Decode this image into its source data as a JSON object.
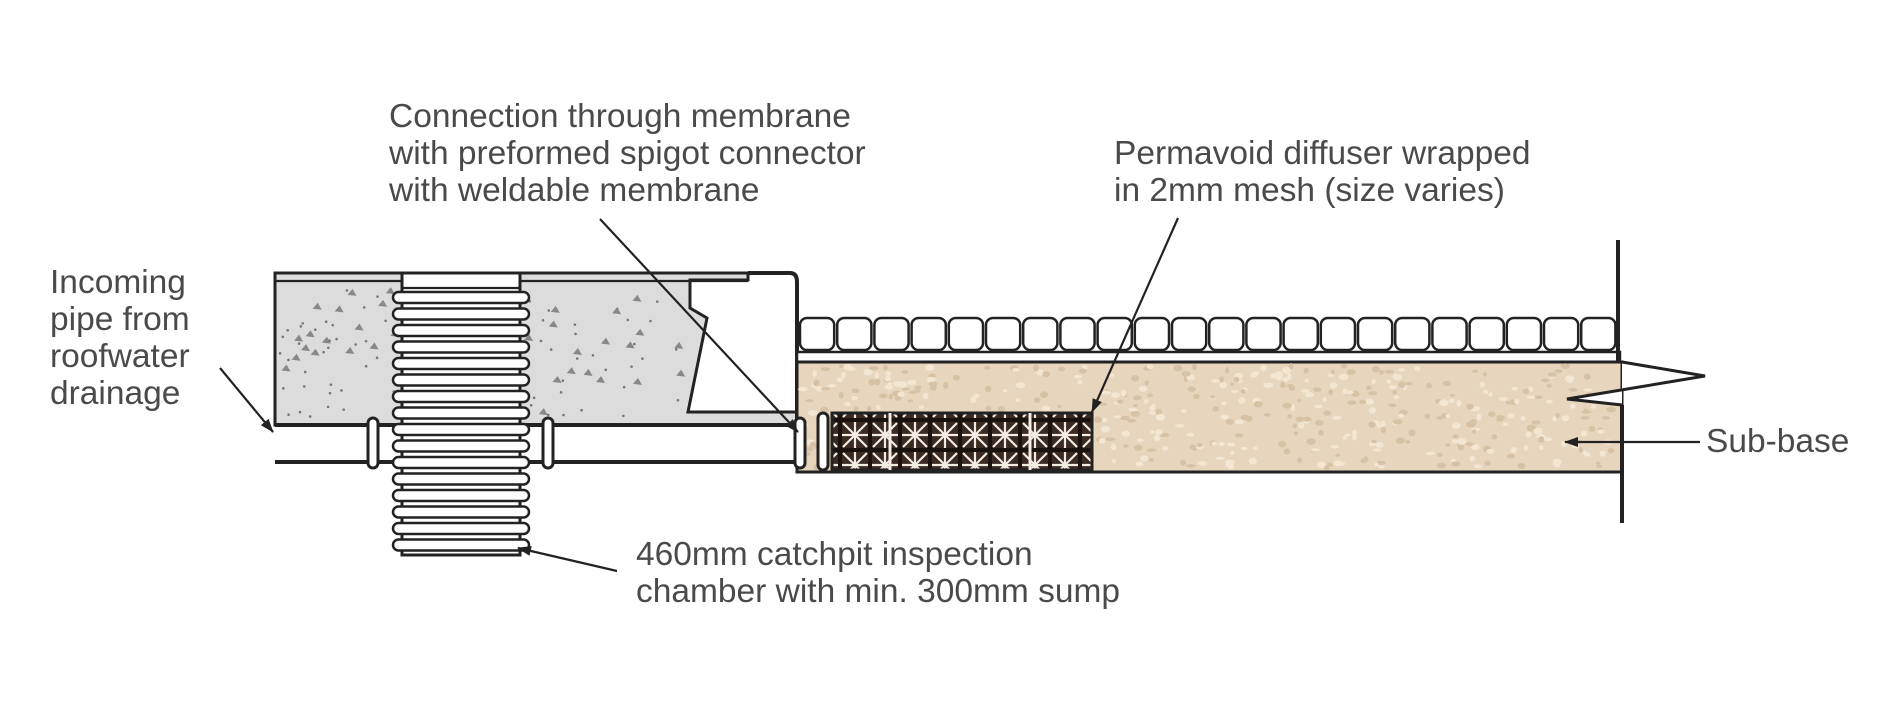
{
  "labels": {
    "connection": [
      "Connection through membrane",
      "with preformed spigot connector",
      "with weldable membrane"
    ],
    "diffuser": [
      "Permavoid diffuser wrapped",
      "in 2mm mesh (size varies)"
    ],
    "incoming_pipe": [
      "Incoming",
      "pipe from",
      "roofwater",
      "drainage"
    ],
    "sub_base": "Sub-base",
    "catchpit": [
      "460mm catchpit inspection",
      "chamber with min. 300mm sump"
    ]
  },
  "colors": {
    "concrete": "#dcdcdc",
    "sub_base": "#e8d5bd",
    "line": "#222222",
    "text": "#4a4a4a"
  }
}
